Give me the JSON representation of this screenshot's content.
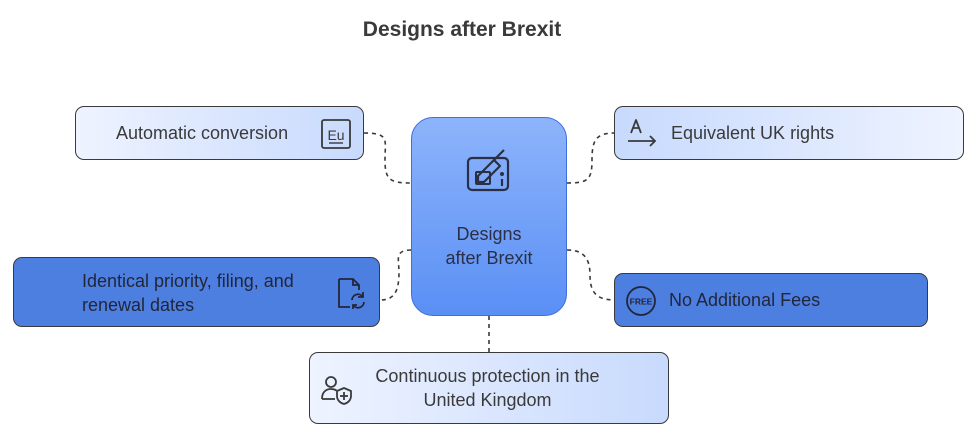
{
  "title": "Designs after Brexit",
  "center": {
    "line1": "Designs",
    "line2": "after Brexit",
    "icon": "design-tablet-icon"
  },
  "nodes": {
    "automatic": {
      "label": "Automatic conversion",
      "icon": "eu-icon"
    },
    "equivalent": {
      "label": "Equivalent UK rights",
      "icon": "translate-arrow-icon"
    },
    "identical": {
      "line1": "Identical priority, filing, and",
      "line2": "renewal dates",
      "icon": "document-refresh-icon"
    },
    "nofees": {
      "label": "No Additional Fees",
      "icon": "free-badge-icon",
      "icon_text": "FREE"
    },
    "continuous": {
      "line1": "Continuous protection in the",
      "line2": "United Kingdom",
      "icon": "user-shield-icon"
    }
  },
  "colors": {
    "light": "#c8dafd",
    "dark": "#4d7fe0",
    "center": "#7aa6f8",
    "stroke": "#3a3a3a"
  }
}
